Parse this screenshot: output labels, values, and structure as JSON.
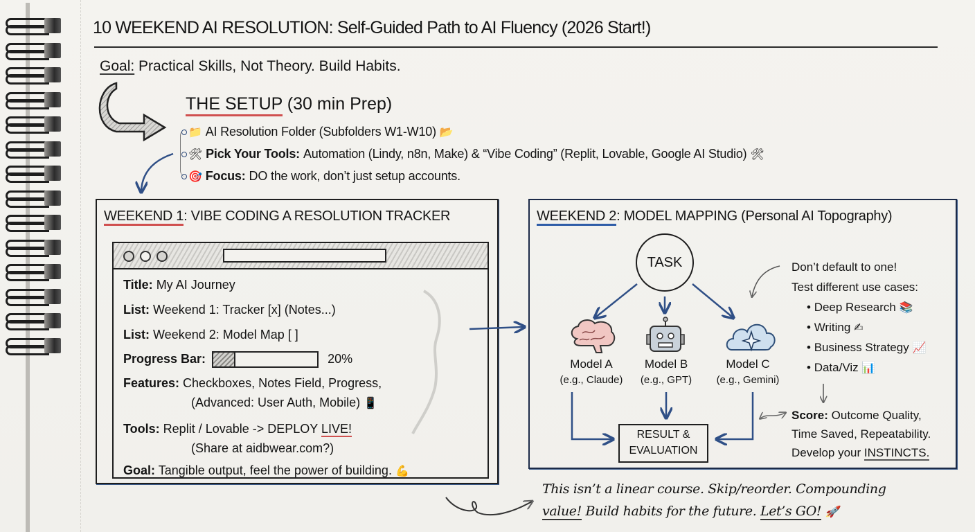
{
  "header": {
    "title": "10 WEEKEND AI RESOLUTION: Self-Guided Path to AI Fluency (2026 Start!)",
    "goal_label": "Goal:",
    "goal_text": "Practical Skills, Not Theory. Build Habits."
  },
  "setup": {
    "title": "THE SETUP",
    "title_suffix": "(30 min Prep)",
    "items": [
      {
        "icon": "folder-icon",
        "glyph": "📁",
        "label": "",
        "text": "AI Resolution Folder (Subfolders W1-W10)",
        "trail_glyph": "📂",
        "trail_icon": "open-folder-icon"
      },
      {
        "icon": "tools-icon",
        "glyph": "🛠",
        "label": "Pick Your Tools:",
        "text": "Automation (Lindy, n8n, Make) & “Vibe Coding” (Replit, Lovable, Google AI Studio)",
        "trail_glyph": "🛠",
        "trail_icon": "tools-icon"
      },
      {
        "icon": "target-icon",
        "glyph": "🎯",
        "label": "Focus:",
        "text": "DO the work, don’t just setup accounts.",
        "trail_glyph": "",
        "trail_icon": ""
      }
    ]
  },
  "weekend1": {
    "title_highlight": "WEEKEND 1",
    "title_rest": ": VIBE CODING A RESOLUTION TRACKER",
    "lines": {
      "title_label": "Title:",
      "title_value": "My AI Journey",
      "list1_label": "List:",
      "list1_value": "Weekend 1: Tracker [x] (Notes...)",
      "list2_label": "List:",
      "list2_value": "Weekend 2: Model Map [ ]",
      "progress_label": "Progress Bar:",
      "progress_value": "20%",
      "progress_fraction": 0.2,
      "features_label": "Features:",
      "features_value": "Checkboxes, Notes Field, Progress,",
      "features_value2": "(Advanced: User Auth, Mobile)",
      "features_glyph": "📱",
      "tools_label": "Tools:",
      "tools_value": "Replit / Lovable -> DEPLOY",
      "tools_live": "LIVE!",
      "tools_value2": "(Share at aidbwear.com?)",
      "goal_label": "Goal:",
      "goal_value": "Tangible output, feel the power of building.",
      "goal_glyph": "💪"
    }
  },
  "weekend2": {
    "title_highlight": "WEEKEND 2",
    "title_rest": ": MODEL MAPPING",
    "title_suffix": "(Personal AI Topography)",
    "task_label": "TASK",
    "models": [
      {
        "name": "Model A",
        "example": "(e.g., Claude)",
        "icon": "brain-icon"
      },
      {
        "name": "Model B",
        "example": "(e.g., GPT)",
        "icon": "robot-icon"
      },
      {
        "name": "Model C",
        "example": "(e.g., Gemini)",
        "icon": "cloud-sparkle-icon"
      }
    ],
    "result_line1": "RESULT &",
    "result_line2": "EVALUATION",
    "note_line1": "Don’t default to one!",
    "note_line2": "Test different use cases:",
    "use_cases": [
      {
        "text": "Deep Research",
        "glyph": "📚",
        "icon": "books-icon"
      },
      {
        "text": "Writing",
        "glyph": "✍",
        "icon": "writing-hand-icon"
      },
      {
        "text": "Business Strategy",
        "glyph": "📈",
        "icon": "chart-up-icon"
      },
      {
        "text": "Data/Viz",
        "glyph": "📊",
        "icon": "bar-chart-icon"
      }
    ],
    "score_label": "Score:",
    "score_line1": "Outcome Quality,",
    "score_line2": "Time Saved, Repeatability.",
    "score_line3": "Develop your",
    "score_instincts": "INSTINCTS."
  },
  "footer": {
    "line1": "This isn’t a linear course. Skip/reorder. Compounding",
    "line2_ul1": "value!",
    "line2_mid": " Build habits for the future. ",
    "line2_ul2": "Let’s GO!",
    "glyph": "🚀"
  }
}
